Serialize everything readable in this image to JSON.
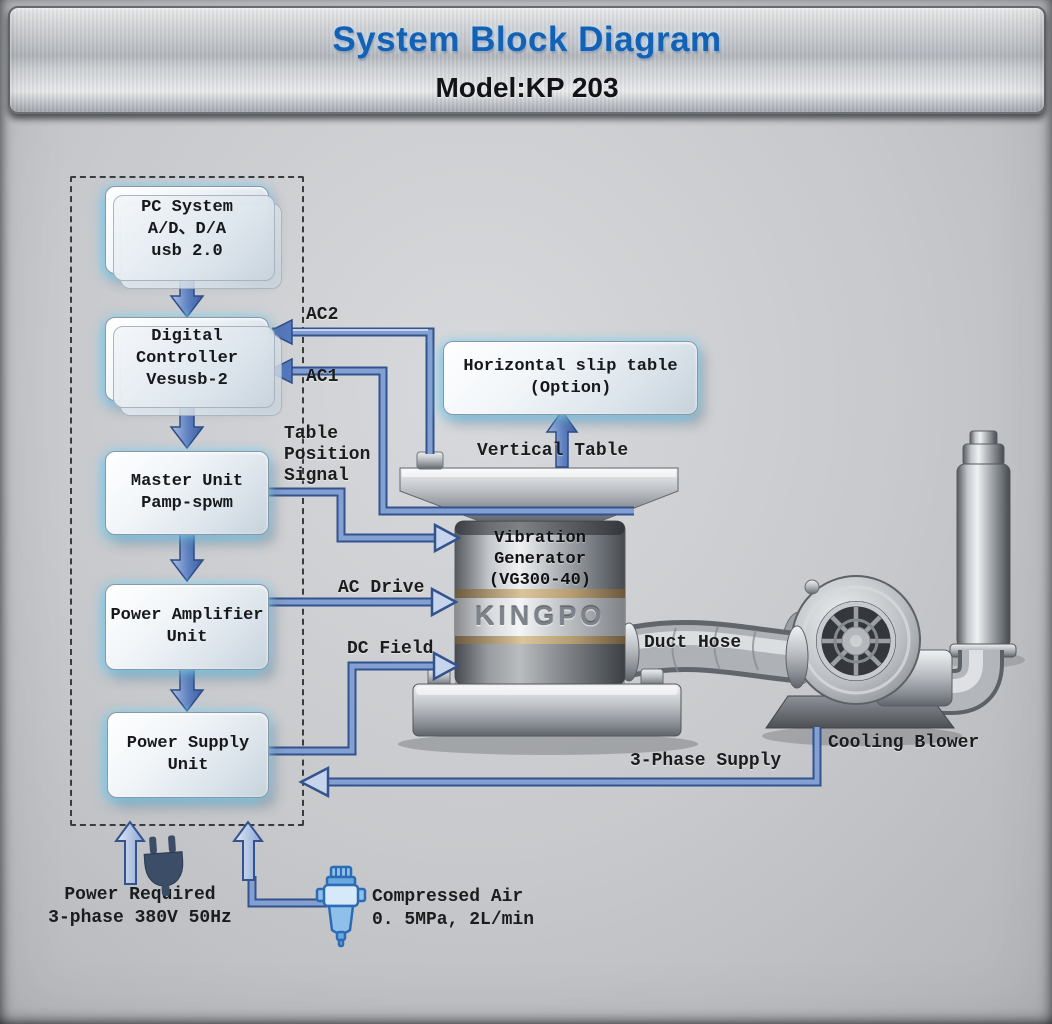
{
  "header": {
    "title": "System Block Diagram",
    "subtitle": "Model:KP 203"
  },
  "blocks": {
    "pc_system": {
      "lines": [
        "PC System",
        "A/D、D/A",
        "usb 2.0"
      ]
    },
    "digital_controller": {
      "lines": [
        "Digital",
        "Controller",
        "Vesusb-2"
      ]
    },
    "master_unit": {
      "lines": [
        "Master Unit",
        "Pamp-spwm"
      ]
    },
    "power_amplifier": {
      "lines": [
        "Power Amplifier",
        "Unit"
      ]
    },
    "power_supply": {
      "lines": [
        "Power Supply",
        "Unit"
      ]
    },
    "horizontal_slip_table": {
      "lines": [
        "Horizontal slip table",
        "(Option)"
      ]
    }
  },
  "machine": {
    "generator": {
      "lines": [
        "Vibration",
        "Generator",
        "(VG300-40)"
      ],
      "brand": "KINGPO"
    }
  },
  "signal_labels": {
    "ac2": "AC2",
    "ac1": "AC1",
    "table_position_signal": [
      "Table",
      "Position",
      "Signal"
    ],
    "ac_drive": "AC Drive",
    "dc_field": "DC Field",
    "vertical_table": "Vertical Table",
    "duct_hose": "Duct Hose",
    "cooling_blower": "Cooling Blower",
    "three_phase_supply": "3-Phase Supply"
  },
  "notes": {
    "power_required": [
      "Power Required",
      "3-phase 380V 50Hz"
    ],
    "compressed_air": [
      "Compressed Air",
      "0. 5MPa, 2L/min"
    ]
  },
  "icons": {
    "power_plug": "power-plug-icon",
    "air_filter": "air-filter-icon"
  },
  "colors": {
    "title_blue": "#1463b8",
    "arrow_blue": "#5b7fc0",
    "glow_cyan": "#7fd4f0",
    "brass": "#b89a6a"
  }
}
